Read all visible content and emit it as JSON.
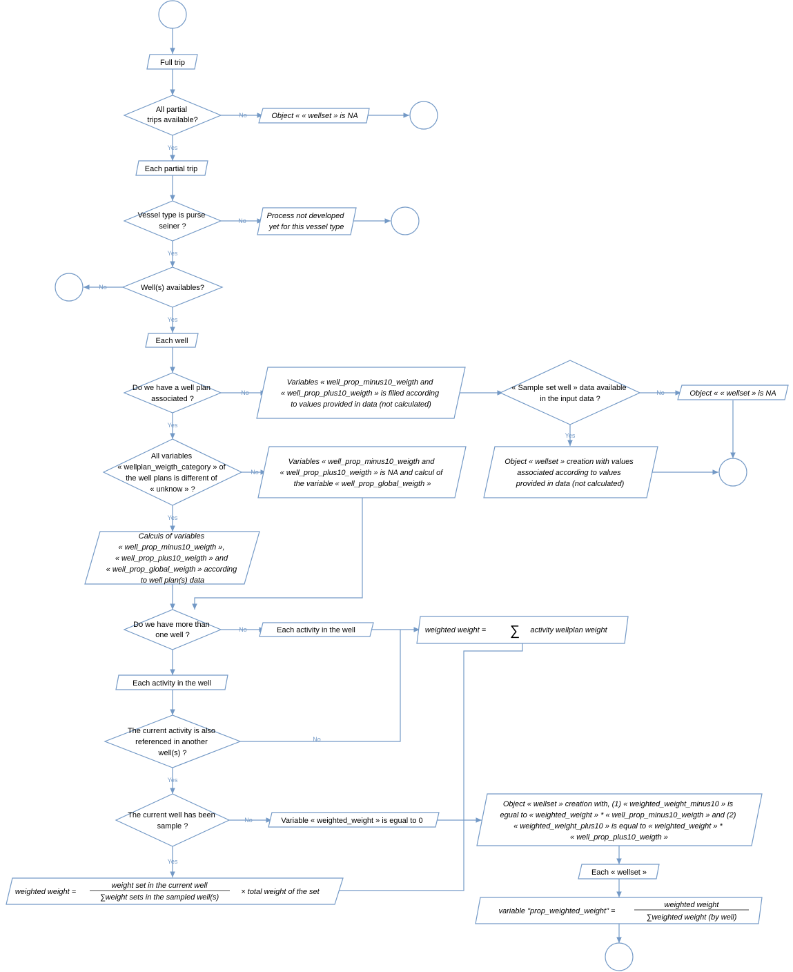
{
  "colors": {
    "stroke": "#7399c6",
    "fill": "#ffffff",
    "text": "#000000"
  },
  "labels": {
    "yes": "Yes",
    "no": "No"
  },
  "nodes": {
    "full_trip": "Full trip",
    "partial_trips": [
      "All partial",
      "trips available?"
    ],
    "wellset_na_1": "Object « « wellset » is NA",
    "each_partial_trip": "Each partial trip",
    "vessel_type": [
      "Vessel type is purse",
      "seiner ?"
    ],
    "process_not_dev": [
      "Process not developed",
      "yet for this vessel type"
    ],
    "wells_available": "Well(s) availables?",
    "each_well": "Each well",
    "well_plan": [
      "Do we have a well plan",
      "associated ?"
    ],
    "vars_filled": [
      "Variables « well_prop_minus10_weigth  and",
      "« well_prop_plus10_weigth » is filled according",
      "to values provided in data (not calculated)"
    ],
    "sample_set_well": [
      "« Sample set well » data available",
      "in the input data ?"
    ],
    "wellset_na_2": "Object « « wellset » is NA",
    "all_variables": [
      "All variables",
      "« wellplan_weigth_category » of",
      "the well plans is different of",
      "« unknow » ?"
    ],
    "vars_na": [
      "Variables « well_prop_minus10_weigth  and",
      "« well_prop_plus10_weigth » is NA and calcul of",
      "the variable « well_prop_global_weigth »"
    ],
    "wellset_creation_values": [
      "Object « wellset » creation with values",
      "associated according to values",
      "provided in data (not calculated)"
    ],
    "calculs": [
      "Calculs of variables",
      "« well_prop_minus10_weigth »,",
      "« well_prop_plus10_weigth » and",
      "« well_prop_global_weigth » according",
      "to well plan(s) data"
    ],
    "more_than_one": [
      "Do we have more than",
      "one well ?"
    ],
    "each_activity_right": "Each activity in the well",
    "formula_sum": {
      "lhs": "weighted weight =",
      "op": "∑",
      "rhs": "activity wellplan weight"
    },
    "each_activity_left": "Each activity in the well",
    "current_activity": [
      "The current activity is also",
      "referenced in another",
      "well(s) ?"
    ],
    "current_well_sample": [
      "The current well has been",
      "sample ?"
    ],
    "var_weighted_zero": "Variable « weighted_weight » is egual to 0",
    "wellset_creation_with": [
      "Object « wellset » creation with, (1) « weighted_weight_minus10 » is",
      "egual to « weighted_weight » * « well_prop_minus10_weigth » and (2)",
      "« weighted_weight_plus10 » is equal to « weighted_weight » *",
      "« well_prop_plus10_weigth »"
    ],
    "formula_ratio": {
      "lhs": "weighted weight =",
      "num": "weight set in the current well",
      "den": "∑weight sets in the sampled well(s)",
      "tail": "× total weight of the set"
    },
    "each_wellset": "Each « wellset »",
    "formula_prop": {
      "lhs": "variable \"prop_weighted_weight\" =",
      "num": "weighted weight",
      "den": "∑weighted weight (by well)"
    }
  }
}
